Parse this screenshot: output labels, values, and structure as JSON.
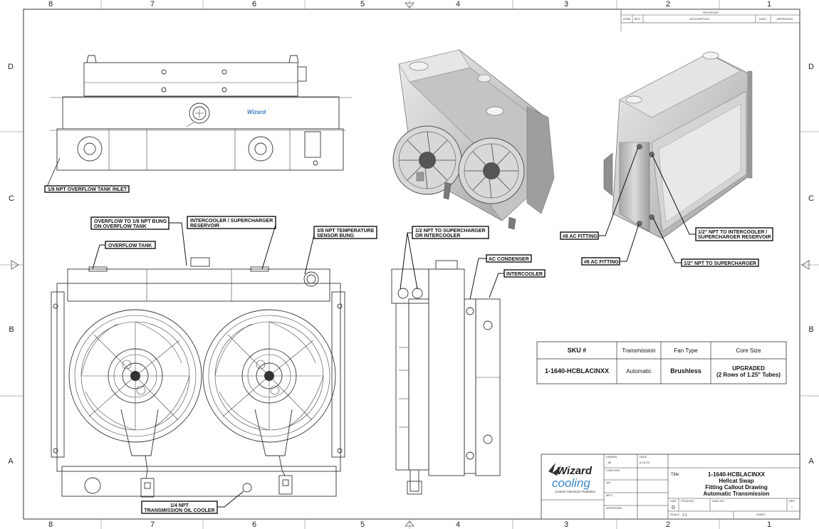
{
  "zones": {
    "columns": [
      "8",
      "7",
      "6",
      "5",
      "4",
      "3",
      "2",
      "1"
    ],
    "rows": [
      "D",
      "C",
      "B",
      "A"
    ]
  },
  "revisions": {
    "title": "REVISIONS",
    "headers": [
      "ZONE",
      "REV.",
      "DESCRIPTION",
      "DATE",
      "APPROVED"
    ]
  },
  "callouts": {
    "overflow_inlet": "1/8 NPT OVERFLOW TANK INLET",
    "overflow_bung_1": "OVERFLOW TO 1/8 NPT BUNG",
    "overflow_bung_2": "ON OVERFLOW TANK",
    "overflow_tank": "OVERFLOW TANK",
    "intercooler_res_1": "INTERCOOLER / SUPERCHARGER",
    "intercooler_res_2": "RESERVOIR",
    "temp_sensor_1": "3/8 NPT TEMPERATURE",
    "temp_sensor_2": "SENSOR BUNG",
    "half_npt_1": "1/2 NPT TO SUPERCHARGER",
    "half_npt_2": "OR INTERCOOLER",
    "ac_condenser": "AC CONDENSER",
    "intercooler": "INTERCOOLER",
    "ac8": "#8 AC FITTING",
    "ac6": "#6 AC FITTING",
    "half_res_1": "1/2\" NPT TO INTERCOOLER /",
    "half_res_2": "SUPERCHARGER RESERVOIR",
    "half_super": "1/2\" NPT TO SUPERCHARGER",
    "trans_1": "1/4 NPT",
    "trans_2": "TRANSMISSION OIL COOLER"
  },
  "spec_table": {
    "headers": [
      "SKU #",
      "Transmission",
      "Fan Type",
      "Core Size"
    ],
    "row": {
      "sku": "1-1640-HCBLACINXX",
      "transmission": "Automatic",
      "fan_type": "Brushless",
      "core_1": "UPGRADED",
      "core_2": "(2 Rows of 1.25\" Tubes)"
    }
  },
  "title_block": {
    "logo_word": "Wizard",
    "logo_word2": "cooling",
    "logo_tagline": "Custom Aluminum Radiators",
    "drawn_label": "DRAWN",
    "drawn_value": "JM",
    "date_label": "DATE",
    "date_value": "6-19-23",
    "checked_label": "CHECKED",
    "qa_label": "QA",
    "mfg_label": "MFG",
    "approved_label": "APPROVED",
    "title_label": "Title:",
    "title_1": "1-1640-HCBLACINXX",
    "title_2": "Hellcat Swap",
    "title_3": "Fitting Callout Drawing",
    "title_4": "Automatic Transmission",
    "size_label": "SIZE",
    "size_value": "D",
    "fscm_label": "FSCM NO",
    "dwg_label": "DWG NO",
    "rev_label": "REV",
    "rev_value": "-",
    "scale_label": "SCALE",
    "scale_value": "1:1",
    "sheet_label": "SHEET"
  },
  "colors": {
    "line": "#333333",
    "render_light": "#d9d9d9",
    "render_mid": "#b4b4b4",
    "render_dark": "#7d7d7d"
  }
}
